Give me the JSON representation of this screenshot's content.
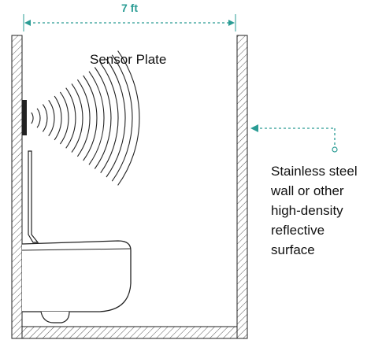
{
  "diagram": {
    "width_label": "7 ft",
    "sensor_label": "Sensor Plate",
    "wall_label_lines": [
      "Stainless steel",
      "wall or other",
      "high-density",
      "reflective",
      "surface"
    ]
  },
  "colors": {
    "accent": "#2a9c94",
    "line": "#222222",
    "hatch": "#555555",
    "text": "#111111"
  }
}
